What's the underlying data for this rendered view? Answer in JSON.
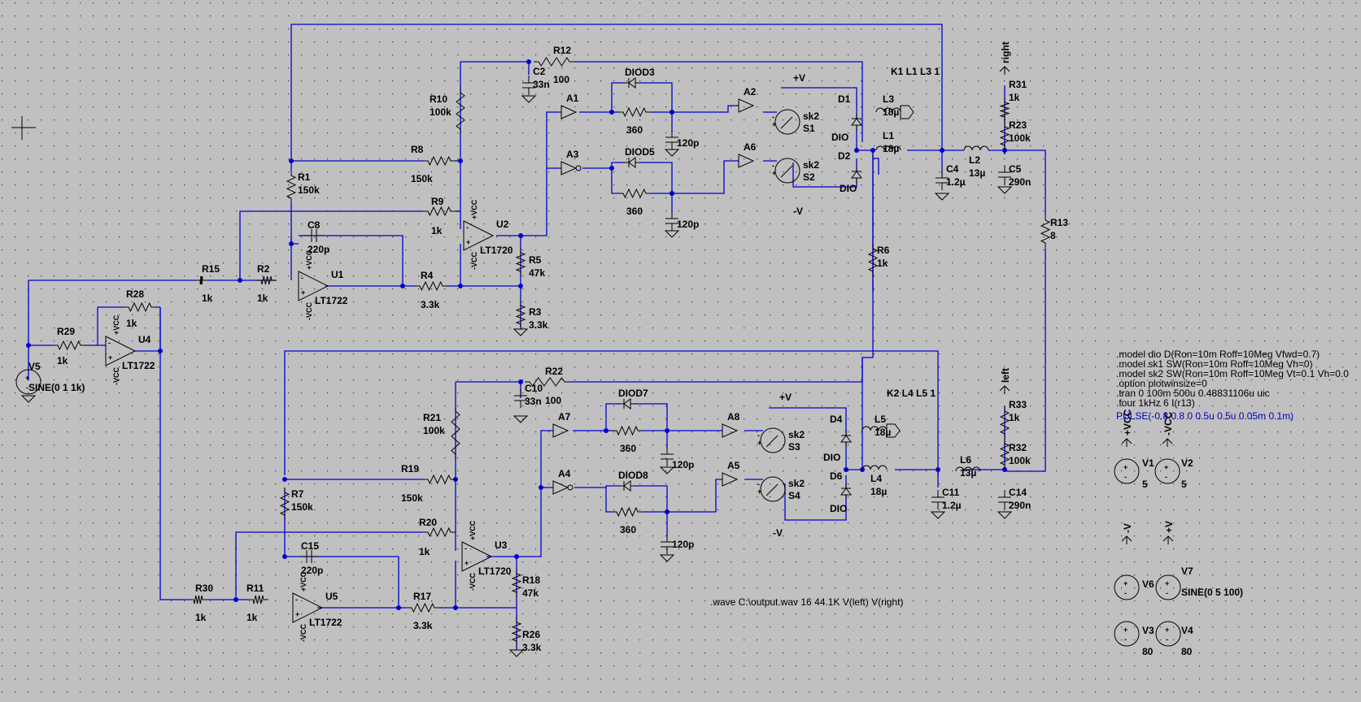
{
  "opamps": [
    {
      "ref": "U1",
      "model": "LT1722",
      "supply_pos": "+VCC",
      "supply_neg": "-VCC"
    },
    {
      "ref": "U2",
      "model": "LT1720",
      "supply_pos": "+VCC",
      "supply_neg": "-VCC"
    },
    {
      "ref": "U3",
      "model": "LT1720",
      "supply_pos": "+VCC",
      "supply_neg": "-VCC"
    },
    {
      "ref": "U4",
      "model": "LT1722",
      "supply_pos": "+VCC",
      "supply_neg": "-VCC"
    },
    {
      "ref": "U5",
      "model": "LT1722",
      "supply_pos": "+VCC",
      "supply_neg": "-VCC"
    }
  ],
  "resistors": [
    {
      "ref": "R1",
      "value": "150k"
    },
    {
      "ref": "R2",
      "value": "1k"
    },
    {
      "ref": "R3",
      "value": "3.3k"
    },
    {
      "ref": "R4",
      "value": "3.3k"
    },
    {
      "ref": "R5",
      "value": "47k"
    },
    {
      "ref": "R6",
      "value": "1k"
    },
    {
      "ref": "R7",
      "value": "150k"
    },
    {
      "ref": "R8",
      "value": "150k"
    },
    {
      "ref": "R9",
      "value": "1k"
    },
    {
      "ref": "R10",
      "value": "100k"
    },
    {
      "ref": "R11",
      "value": "1k"
    },
    {
      "ref": "R12",
      "value": "100"
    },
    {
      "ref": "R13",
      "value": "8"
    },
    {
      "ref": "R15",
      "value": "1k"
    },
    {
      "ref": "R17",
      "value": "3.3k"
    },
    {
      "ref": "R18",
      "value": "47k"
    },
    {
      "ref": "R19",
      "value": "150k"
    },
    {
      "ref": "R20",
      "value": "1k"
    },
    {
      "ref": "R21",
      "value": "100k"
    },
    {
      "ref": "R22",
      "value": "100"
    },
    {
      "ref": "R23",
      "value": "100k"
    },
    {
      "ref": "R26",
      "value": "3.3k"
    },
    {
      "ref": "R28",
      "value": "1k"
    },
    {
      "ref": "R29",
      "value": "1k"
    },
    {
      "ref": "R30",
      "value": "1k"
    },
    {
      "ref": "R31",
      "value": "1k"
    },
    {
      "ref": "R32",
      "value": "100k"
    },
    {
      "ref": "R33",
      "value": "1k"
    },
    {
      "ref": "",
      "value": "360"
    },
    {
      "ref": "",
      "value": "360"
    },
    {
      "ref": "",
      "value": "360"
    },
    {
      "ref": "",
      "value": "360"
    }
  ],
  "capacitors": [
    {
      "ref": "C2",
      "value": "33n"
    },
    {
      "ref": "C4",
      "value": "1.2µ"
    },
    {
      "ref": "C5",
      "value": "290n"
    },
    {
      "ref": "C8",
      "value": "220p"
    },
    {
      "ref": "C10",
      "value": "33n"
    },
    {
      "ref": "C11",
      "value": "1.2µ"
    },
    {
      "ref": "C14",
      "value": "290n"
    },
    {
      "ref": "C15",
      "value": "220p"
    },
    {
      "ref": "",
      "value": "120p"
    },
    {
      "ref": "",
      "value": "120p"
    },
    {
      "ref": "",
      "value": "120p"
    },
    {
      "ref": "",
      "value": "120p"
    }
  ],
  "inductors": [
    {
      "ref": "L1",
      "value": "18µ"
    },
    {
      "ref": "L2",
      "value": "13µ"
    },
    {
      "ref": "L3",
      "value": "18µ"
    },
    {
      "ref": "L4",
      "value": "18µ"
    },
    {
      "ref": "L5",
      "value": "18µ"
    },
    {
      "ref": "L6",
      "value": "13µ"
    }
  ],
  "couplings": [
    "K1 L1 L3 1",
    "K2 L4 L5 1"
  ],
  "diodes": [
    {
      "ref": "D1",
      "model": "DIO"
    },
    {
      "ref": "D2",
      "model": "DIO"
    },
    {
      "ref": "D4",
      "model": "DIO"
    },
    {
      "ref": "D6",
      "model": "DIO"
    },
    {
      "ref": "D3",
      "model": "DIO"
    },
    {
      "ref": "D5",
      "model": "DIO"
    },
    {
      "ref": "D7",
      "model": "DIO"
    },
    {
      "ref": "D8",
      "model": "DIO"
    }
  ],
  "switches": [
    {
      "ref": "S1",
      "model": "sk2"
    },
    {
      "ref": "S2",
      "model": "sk2"
    },
    {
      "ref": "S3",
      "model": "sk2"
    },
    {
      "ref": "S4",
      "model": "sk2"
    }
  ],
  "buffers": [
    "A1",
    "A2",
    "A3",
    "A4",
    "A5",
    "A6",
    "A7",
    "A8"
  ],
  "sources": [
    {
      "ref": "V1",
      "value": "5",
      "net": "+VCC"
    },
    {
      "ref": "V2",
      "value": "5",
      "net": "-VCC"
    },
    {
      "ref": "V3",
      "value": "80"
    },
    {
      "ref": "V4",
      "value": "80"
    },
    {
      "ref": "V5",
      "value": "SINE(0 1 1k)"
    },
    {
      "ref": "V6",
      "value": "",
      "net": "-V"
    },
    {
      "ref": "V7",
      "value": "SINE(0 5 100)",
      "net": "+V"
    }
  ],
  "net_labels": {
    "pos_v": "+V",
    "neg_v": "-V",
    "right": "right",
    "left": "left"
  },
  "directives": [
    ".model dio D(Ron=10m Roff=10Meg Vfwd=0.7)",
    ".model sk1 SW(Ron=10m Roff=10Meg Vh=0)",
    ".model sk2 SW(Ron=10m Roff=10Meg Vt=0.1 Vh=0.0",
    ".option plotwinsize=0",
    ".tran 0 100m 500u 0.48831106u uic",
    ".four 1kHz 6  I(r13)"
  ],
  "pulse_text": "PULSE(-0.8 0.8 0 0.5u 0.5u 0.05m 0.1m)",
  "wave_directive": ".wave C:\\output.wav 16 44.1K V(left) V(right)",
  "colors": {
    "background": "#c0c0c0",
    "wire": "#0000d0",
    "component": "#000000",
    "grid": "#000000"
  }
}
